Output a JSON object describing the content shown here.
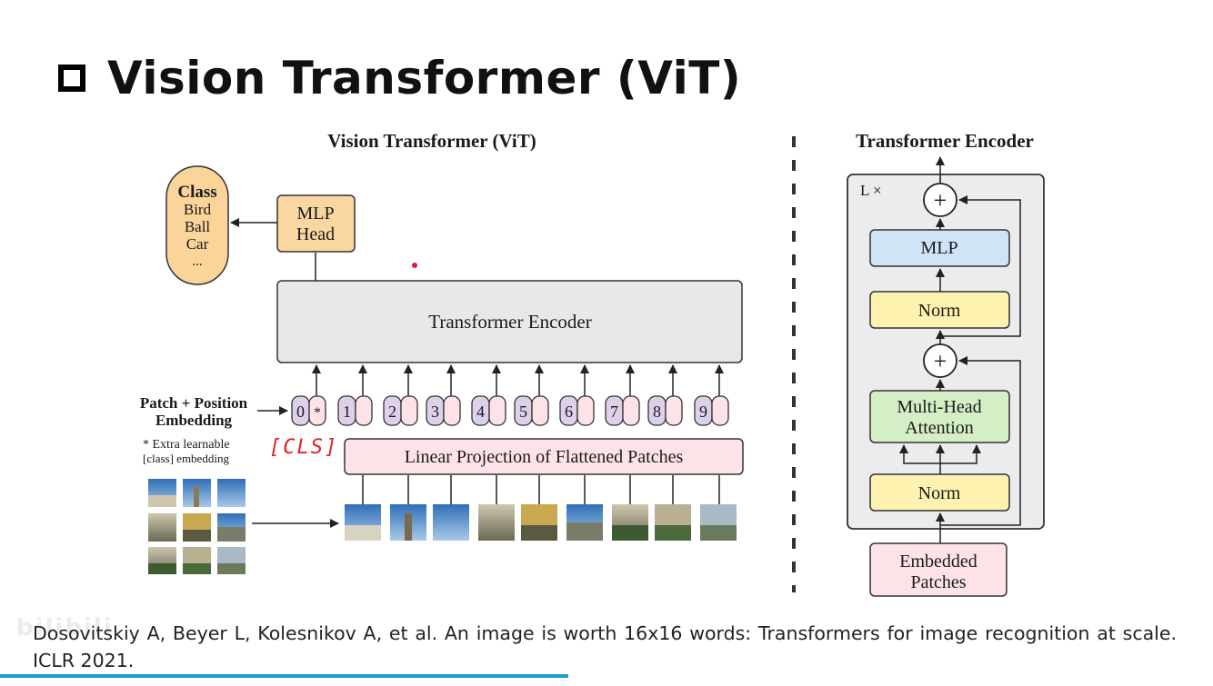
{
  "slide": {
    "title": "Vision Transformer (ViT)"
  },
  "vit": {
    "title": "Vision Transformer (ViT)",
    "class_box": {
      "heading": "Class",
      "items": [
        "Bird",
        "Ball",
        "Car",
        "..."
      ]
    },
    "mlp_head": [
      "MLP",
      "Head"
    ],
    "encoder_label": "Transformer Encoder",
    "embedding_label": [
      "Patch + Position",
      "Embedding"
    ],
    "extra_note": [
      "* Extra learnable",
      "[class] embedding"
    ],
    "cls_annotation": "[CLS]",
    "projection_label": "Linear Projection of Flattened Patches",
    "tokens": [
      "0",
      "1",
      "2",
      "3",
      "4",
      "5",
      "6",
      "7",
      "8",
      "9"
    ],
    "cls_star": "*"
  },
  "encoder": {
    "title": "Transformer Encoder",
    "repeat": "L ×",
    "mlp": "MLP",
    "norm": "Norm",
    "attention": [
      "Multi-Head",
      "Attention"
    ],
    "embedded": [
      "Embedded",
      "Patches"
    ],
    "plus": "+"
  },
  "citation": "Dosovitskiy A, Beyer L, Kolesnikov A, et al. An image is worth 16x16 words: Transformers for image recognition at scale. ICLR 2021.",
  "watermark": "bilibili",
  "colors": {
    "mlp_head": "#fad7a0",
    "class_box": "#fbd49a",
    "encoder_box": "#e8e8ea",
    "projection": "#fde3e8",
    "token_position": "#ddd0e8",
    "token_embed": "#fde3e8",
    "norm": "#fdf2b0",
    "mlp": "#cfe4f7",
    "attention": "#d4efc6",
    "embedded": "#fde3e8",
    "annotation": "#e02020",
    "accent_bar": "#1e9ad6"
  }
}
